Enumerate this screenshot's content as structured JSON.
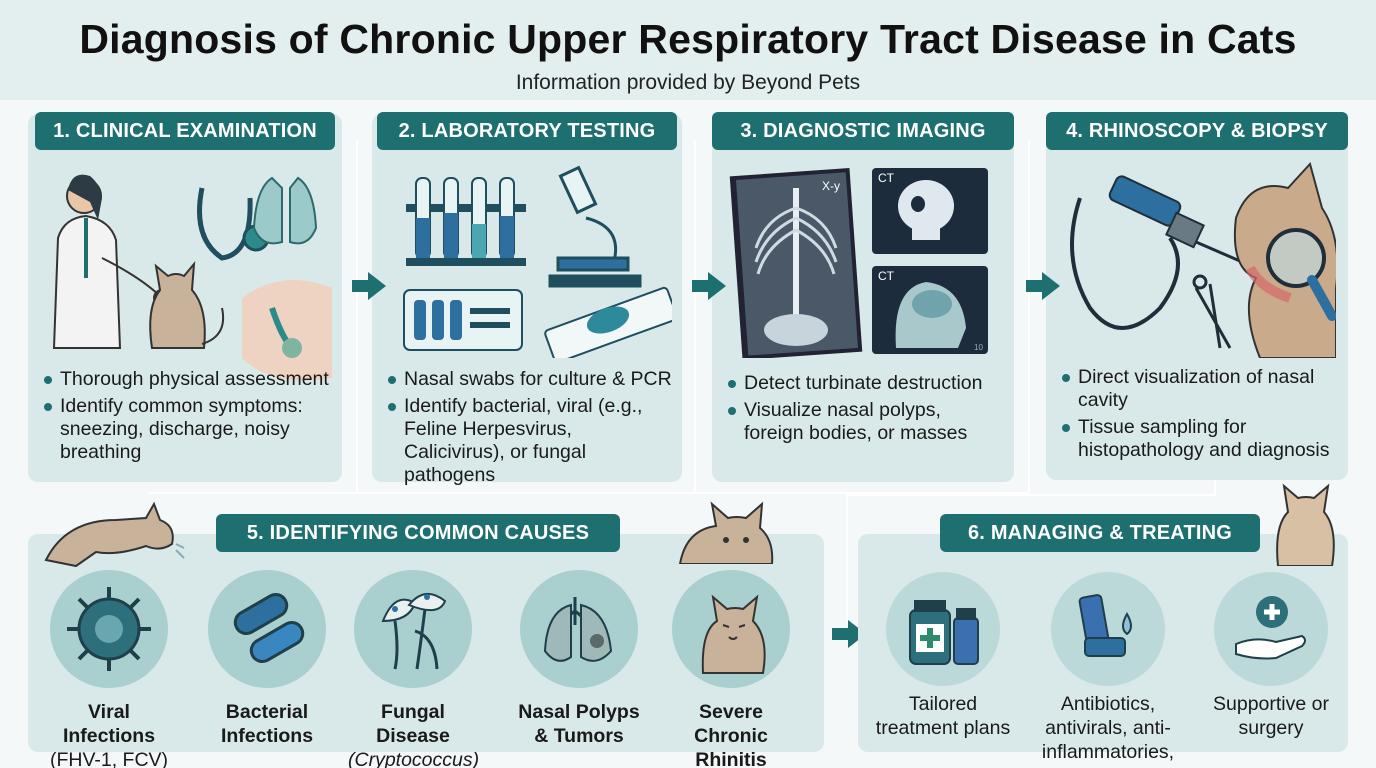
{
  "header": {
    "title": "Diagnosis of Chronic Upper Respiratory Tract Disease in Cats",
    "subtitle": "Information provided by Beyond Pets"
  },
  "steps": [
    {
      "title": "1. CLINICAL EXAMINATION",
      "bullets": [
        "Thorough physical assessment",
        "Identify common symptoms: sneezing, discharge, noisy breathing"
      ]
    },
    {
      "title": "2. LABORATORY TESTING",
      "bullets": [
        "Nasal swabs for culture & PCR",
        "Identify bacterial, viral (e.g., Feline Herpesvirus, Calicivirus), or fungal pathogens"
      ]
    },
    {
      "title": "3. DIAGNOSTIC IMAGING",
      "image_labels": {
        "xray": "X-y",
        "ct1": "CT",
        "ct2": "CT",
        "ct2_corner": "10"
      },
      "bullets": [
        "Detect turbinate destruction",
        "Visualize nasal polyps, foreign bodies, or masses"
      ]
    },
    {
      "title": "4. RHINOSCOPY & BIOPSY",
      "bullets": [
        "Direct visualization of nasal cavity",
        "Tissue sampling for histopathology and diagnosis"
      ]
    }
  ],
  "causes": {
    "title": "5. IDENTIFYING COMMON CAUSES",
    "items": [
      {
        "label": "Viral Infections",
        "sub": "(FHV-1, FCV)",
        "icon": "virus-icon"
      },
      {
        "label": "Bacterial Infections",
        "sub": "",
        "icon": "bacteria-icon"
      },
      {
        "label": "Fungal Disease",
        "sub": "(Cryptococcus)",
        "icon": "fungus-icon"
      },
      {
        "label": "Nasal Polyps & Tumors",
        "sub": "",
        "icon": "lungs-icon"
      },
      {
        "label": "Severe Chronic Rhinitis",
        "sub": "",
        "icon": "sick-cat-icon"
      }
    ]
  },
  "treatment": {
    "title": "6. MANAGING & TREATING",
    "items": [
      {
        "label": "Tailored treatment plans",
        "icon": "medicine-bottles-icon"
      },
      {
        "label": "Antibiotics, antivirals, anti-inflammatories,",
        "icon": "inhaler-icon"
      },
      {
        "label": "Supportive or surgery",
        "icon": "caring-hand-icon"
      }
    ]
  },
  "colors": {
    "accent": "#1e6f70",
    "panel": "#d9e9e9",
    "circle": "#a9cfcf"
  }
}
